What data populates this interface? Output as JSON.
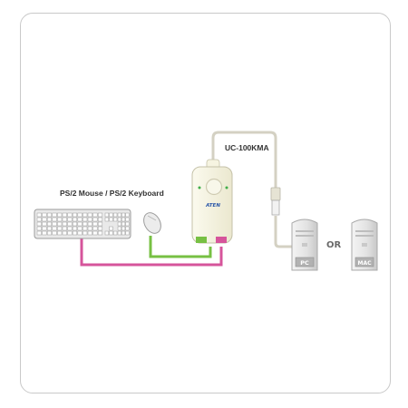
{
  "labels": {
    "peripherals": "PS/2 Mouse / PS/2 Keyboard",
    "model": "UC-100KMA",
    "or": "OR"
  },
  "device": {
    "brand": "ATEN"
  },
  "computers": [
    {
      "tag": "PC"
    },
    {
      "tag": "MAC"
    }
  ],
  "colors": {
    "keyboard_cable": "#d6549b",
    "mouse_cable": "#77c043",
    "usb_cable": "#d4d1c3",
    "device_body": "#f6f4e1",
    "tower": "#e4e4e4",
    "frame_border": "#c9c9c9"
  }
}
